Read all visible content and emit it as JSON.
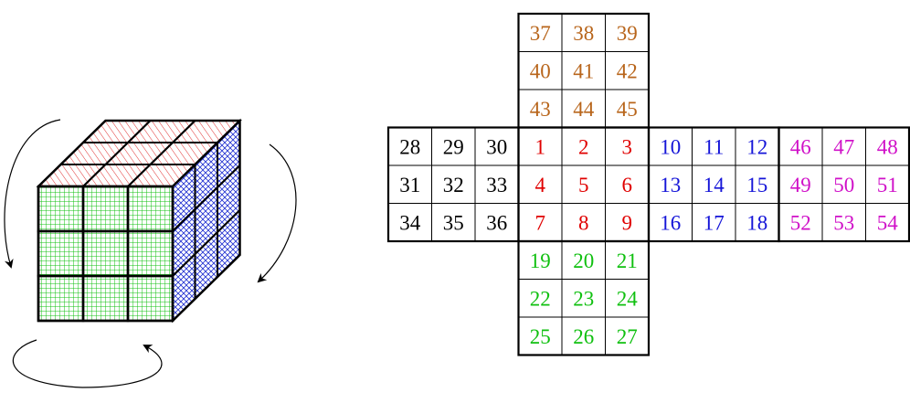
{
  "colors": {
    "top_hatch": "#e03030",
    "front_grid": "#10c010",
    "right_hatch": "#1f2fd0",
    "outline": "#000000",
    "arrow": "#000000"
  },
  "cube": {
    "faces": [
      {
        "name": "top",
        "pattern": "diagonal-hatch",
        "color": "#e03030"
      },
      {
        "name": "front",
        "pattern": "grid",
        "color": "#10c010"
      },
      {
        "name": "right",
        "pattern": "cross-hatch",
        "color": "#1f2fd0"
      }
    ],
    "rotation_arrows": [
      "left-down",
      "right-down",
      "bottom-circular"
    ]
  },
  "net": {
    "faces": [
      {
        "name": "top",
        "color": "#b8651b",
        "numbers": [
          "37",
          "38",
          "39",
          "40",
          "41",
          "42",
          "43",
          "44",
          "45"
        ]
      },
      {
        "name": "left",
        "color": "#000000",
        "numbers": [
          "28",
          "29",
          "30",
          "31",
          "32",
          "33",
          "34",
          "35",
          "36"
        ]
      },
      {
        "name": "front",
        "color": "#e00000",
        "numbers": [
          "1",
          "2",
          "3",
          "4",
          "5",
          "6",
          "7",
          "8",
          "9"
        ]
      },
      {
        "name": "right",
        "color": "#1414d8",
        "numbers": [
          "10",
          "11",
          "12",
          "13",
          "14",
          "15",
          "16",
          "17",
          "18"
        ]
      },
      {
        "name": "back",
        "color": "#d010c8",
        "numbers": [
          "46",
          "47",
          "48",
          "49",
          "50",
          "51",
          "52",
          "53",
          "54"
        ]
      },
      {
        "name": "bottom",
        "color": "#10c010",
        "numbers": [
          "19",
          "20",
          "21",
          "22",
          "23",
          "24",
          "25",
          "26",
          "27"
        ]
      }
    ]
  }
}
